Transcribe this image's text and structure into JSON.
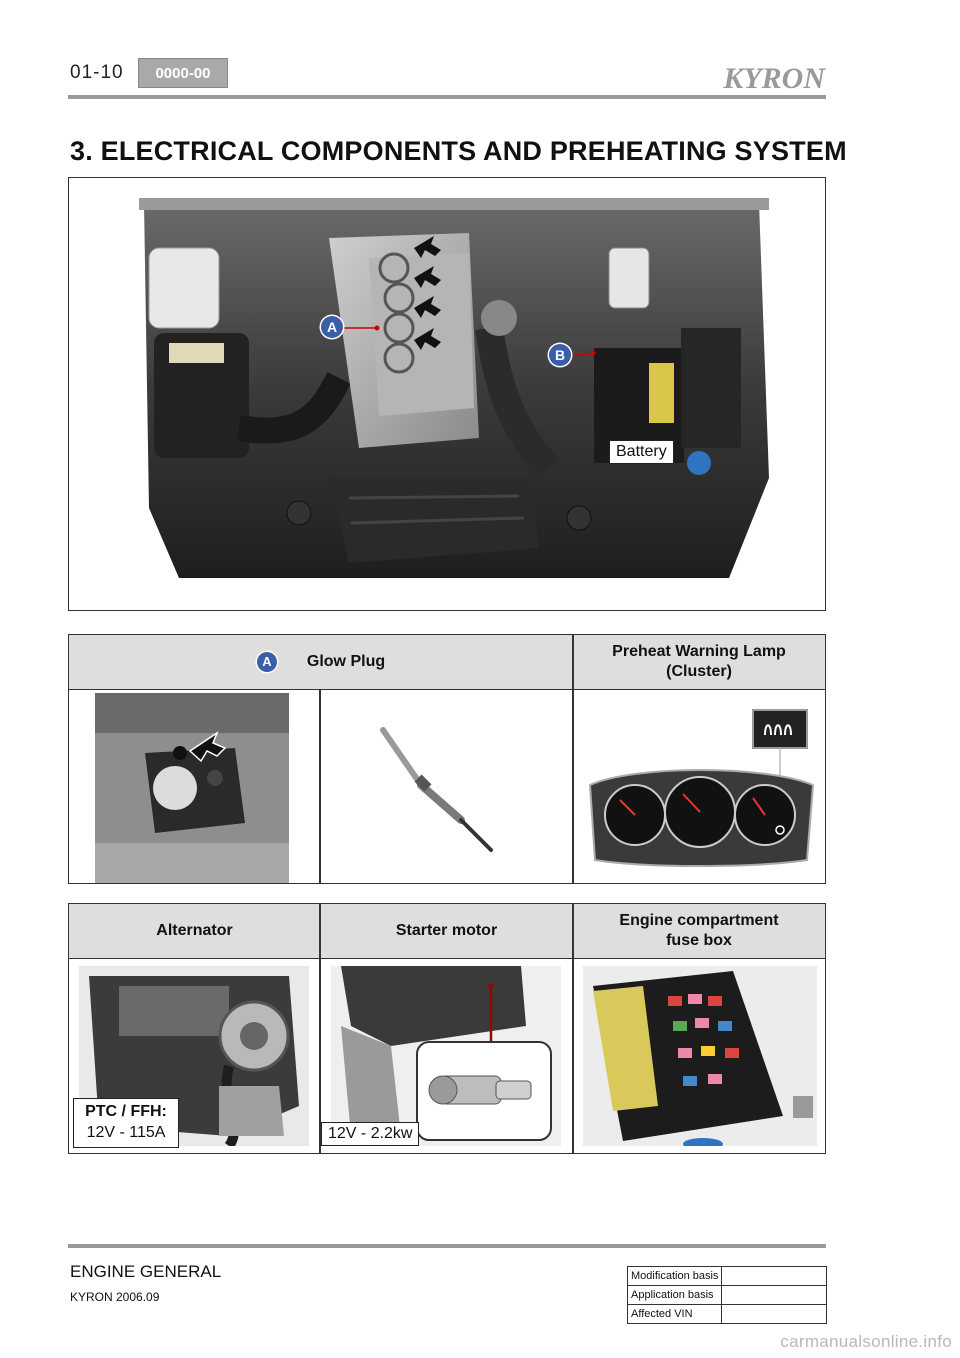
{
  "header": {
    "page_number": "01-10",
    "code": "0000-00",
    "brand": "KYRON"
  },
  "section_title": "3. ELECTRICAL COMPONENTS AND PREHEATING SYSTEM",
  "main_figure": {
    "marker_a": "A",
    "marker_b": "B",
    "battery_label": "Battery"
  },
  "table1": {
    "marker": "A",
    "col1_header": "Glow Plug",
    "col3_header_line1": "Preheat Warning Lamp",
    "col3_header_line2": "(Cluster)"
  },
  "table2": {
    "col1_header": "Alternator",
    "col2_header": "Starter motor",
    "col3_header_line1": "Engine compartment",
    "col3_header_line2": "fuse box",
    "alt_label_line1": "PTC / FFH:",
    "alt_label_line2": "12V - 115A",
    "starter_label": "12V - 2.2kw"
  },
  "footer": {
    "section": "ENGINE GENERAL",
    "model_date": "KYRON 2006.09",
    "revision_rows": [
      {
        "label": "Modification basis",
        "value": ""
      },
      {
        "label": "Application basis",
        "value": ""
      },
      {
        "label": "Affected VIN",
        "value": ""
      }
    ],
    "watermark": "carmanualsonline.info"
  },
  "colors": {
    "marker_blue": "#3a5fa8",
    "rule_gray": "#9a9a9a",
    "header_fill": "#dedede"
  }
}
